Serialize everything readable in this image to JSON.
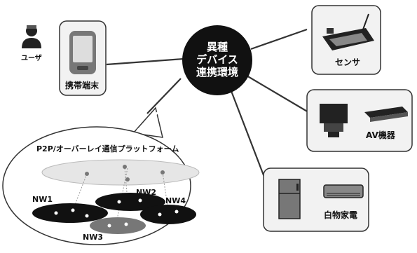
{
  "hub": {
    "line1": "異種",
    "line2": "デバイス",
    "line3": "連携環境"
  },
  "user_label": "ユーザ",
  "mobile_label": "携帯端末",
  "sensor_label": "センサ",
  "av_label": "AV機器",
  "appliance_label": "白物家電",
  "platform_title": "P2P/オーバーレイ通信プラットフォーム",
  "networks": [
    "NW1",
    "NW2",
    "NW4",
    "NW3"
  ],
  "colors": {
    "hub": "#111111",
    "box_fill": "#f2f2f2",
    "line": "#333333",
    "overlay_disc": "#e6e6e6",
    "network_disc": "#111111",
    "nw3_disc": "#777777"
  }
}
